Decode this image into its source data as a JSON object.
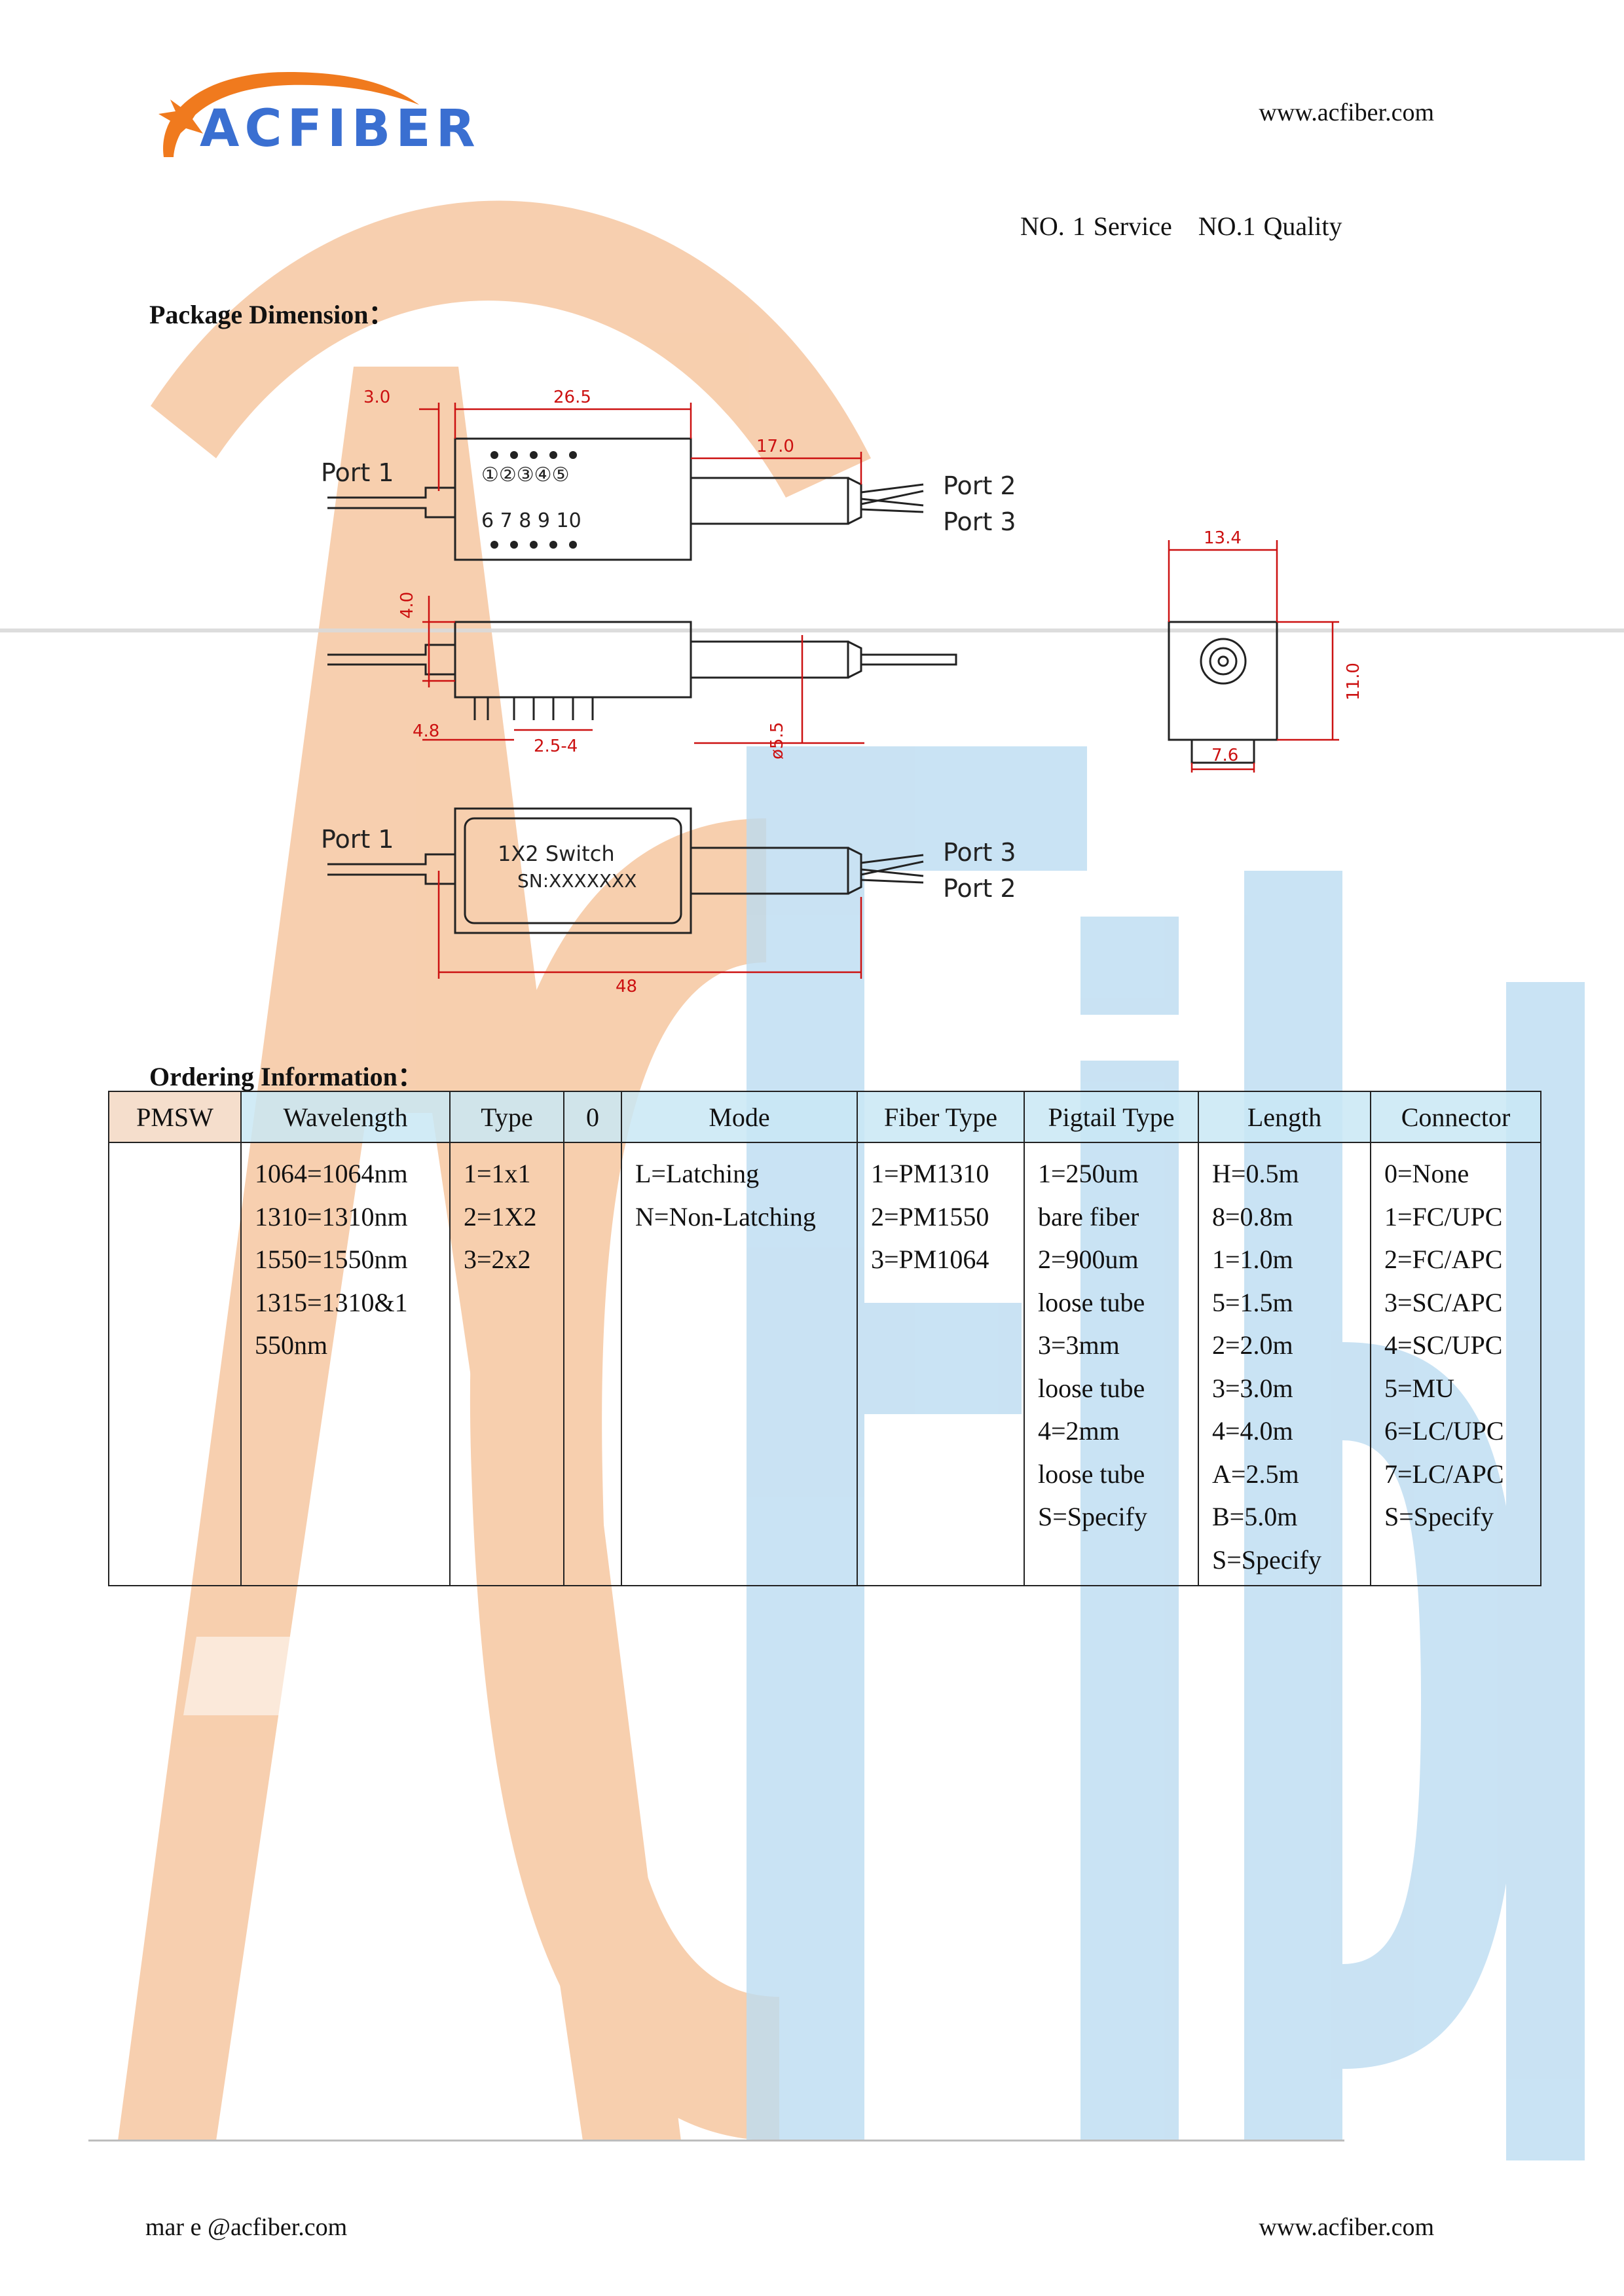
{
  "header": {
    "logo_text": "ACFIBER",
    "website": "www.acfiber.com",
    "slogan_1": "NO. 1 Service",
    "slogan_2": "NO.1 Quality"
  },
  "package": {
    "heading": "Package Dimension：",
    "drawing": {
      "dim_3_0": "3.0",
      "dim_26_5": "26.5",
      "dim_17_0": "17.0",
      "dim_4_0": "4.0",
      "dim_4_8": "4.8",
      "dim_2_5_4": "2.5-4",
      "dim_5_5": "ø5.5",
      "dim_48": "48",
      "dim_13_4": "13.4",
      "dim_11_0": "11.0",
      "dim_7_6": "7.6",
      "top_port_1": "Port  1",
      "top_port_2": "Port  2",
      "top_port_3": "Port  3",
      "bottom_port_1": "Port  1",
      "bottom_port_3": "Port  3",
      "bottom_port_2": "Port  2",
      "pins_top_row": "①②③④⑤",
      "pins_bottom_row": "6 7 8 9 10",
      "label_line_1": "1X2  Switch",
      "label_line_2": "SN:XXXXXXX"
    }
  },
  "ordering": {
    "heading": "Ordering Information：",
    "columns": [
      "PMSW",
      "Wavelength",
      "Type",
      "0",
      "Mode",
      "Fiber Type",
      "Pigtail Type",
      "Length",
      "Connector"
    ],
    "cells": [
      [],
      [
        "1064=1064nm",
        "1310=1310nm",
        "1550=1550nm",
        "1315=1310&1",
        "550nm"
      ],
      [
        "1=1x1",
        "2=1X2",
        "3=2x2"
      ],
      [],
      [
        "L=Latching",
        "N=Non-Latching"
      ],
      [
        "1=PM1310",
        "2=PM1550",
        "3=PM1064"
      ],
      [
        "1=250um",
        "bare fiber",
        "2=900um",
        "loose tube",
        "3=3mm",
        "loose tube",
        "4=2mm",
        "loose tube",
        "S=Specify"
      ],
      [
        "H=0.5m",
        "8=0.8m",
        "1=1.0m",
        "5=1.5m",
        "2=2.0m",
        "3=3.0m",
        "4=4.0m",
        "A=2.5m",
        "B=5.0m",
        "S=Specify"
      ],
      [
        "0=None",
        "1=FC/UPC",
        "2=FC/APC",
        "3=SC/APC",
        "4=SC/UPC",
        "5=MU",
        "6=LC/UPC",
        "7=LC/APC",
        "S=Specify"
      ]
    ]
  },
  "footer": {
    "email": "mar  e @acfiber.com",
    "website": "www.acfiber.com"
  },
  "colors": {
    "logo_blue": "#3a6fd1",
    "logo_orange": "#f07a1e",
    "watermark_orange": "#f6c7a1",
    "watermark_blue": "#bcdcf1",
    "header_blue": "#c9e7f4",
    "header_orange": "#f3d8c3",
    "dimension_red": "#cc1111"
  }
}
